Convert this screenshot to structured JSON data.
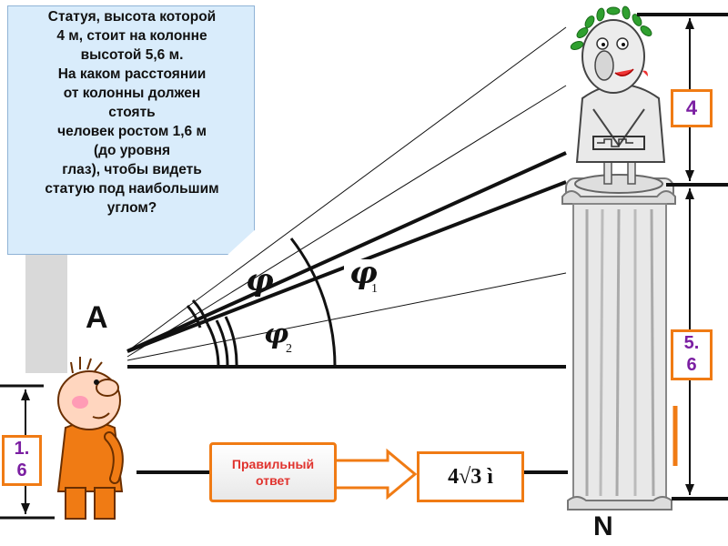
{
  "problem": {
    "text": "Статуя, высота которой\n4 м, стоит на колонне\nвысотой 5,6 м.\nНа каком расстоянии\nот колонны должен\nстоять\nчеловек ростом 1,6 м\n(до уровня\nглаз), чтобы видеть\nстатую под наибольшим\nуглом?"
  },
  "labels": {
    "point_a": "A",
    "phi": "φ",
    "phi1_sub": "1",
    "phi2_sub": "2",
    "statue_height": "4",
    "column_height": "5.\n6",
    "person_height": "1.\n6",
    "bottom_letter": "N"
  },
  "answer": {
    "button_label": "Правильный\nответ",
    "value": "4√3 ì"
  },
  "colors": {
    "accent_orange": "#f07b14",
    "label_purple": "#7b1fa2",
    "card_blue": "#d9ecfb",
    "answer_red": "#e0332e"
  }
}
